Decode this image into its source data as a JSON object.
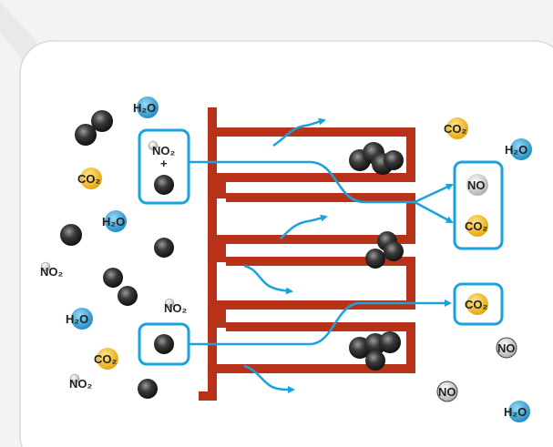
{
  "colors": {
    "background": "#f3f3f3",
    "panel": "#ffffff",
    "filter": "#b8321a",
    "flow": "#1aa2df",
    "soot": "#2b2b2b",
    "water": "#3aa8d8",
    "carbon_dioxide": "#f2b81e",
    "nitrogen_oxide": "#cfcfcf"
  },
  "molecules": {
    "h2o": "H₂O",
    "co2": "CO₂",
    "no2": "NO₂",
    "no": "NO"
  },
  "reaction_box": {
    "reactant": "NO₂",
    "plus": "+"
  },
  "output_boxes": {
    "upper": [
      "NO",
      "CO₂"
    ],
    "lower": "CO₂"
  }
}
